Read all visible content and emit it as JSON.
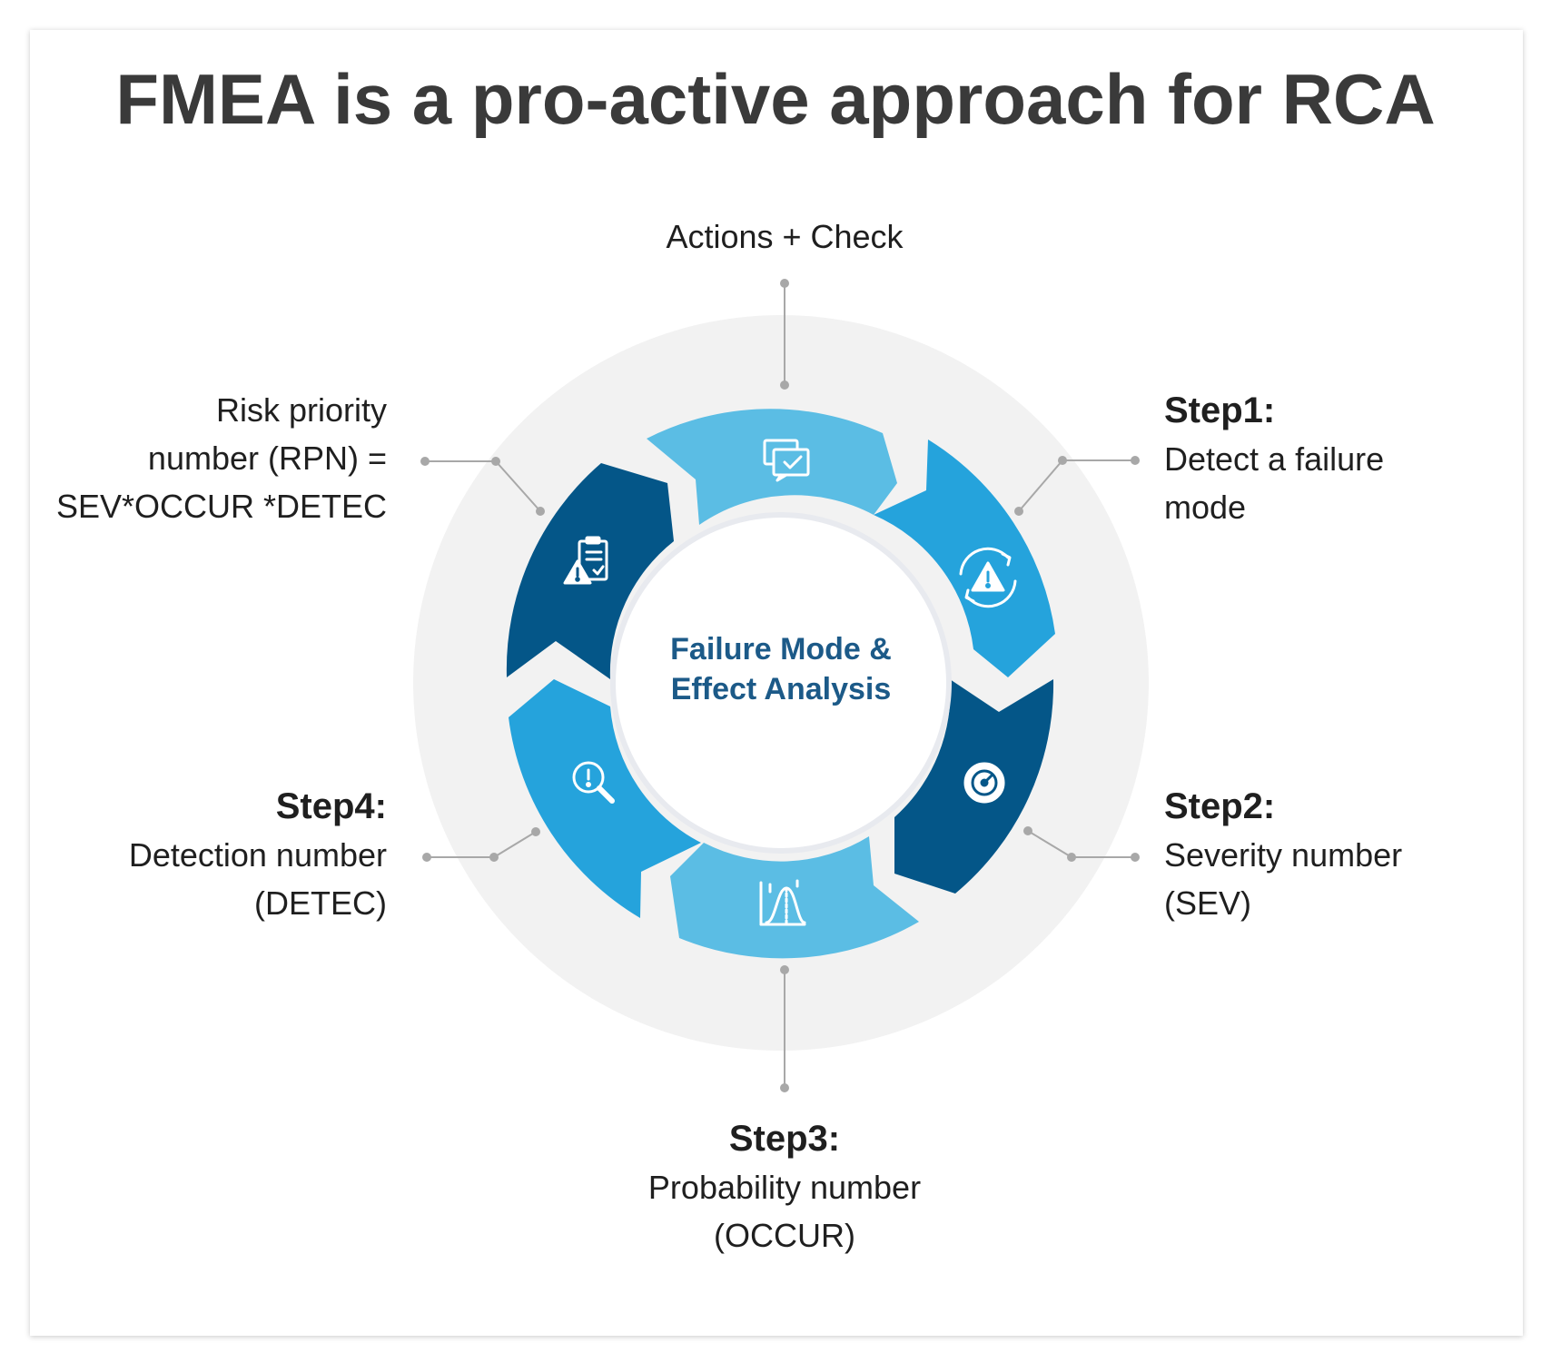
{
  "title": "FMEA is a pro-active approach for RCA",
  "center": {
    "line1": "Failure Mode &",
    "line2": "Effect Analysis"
  },
  "labels": {
    "top": {
      "text": "Actions + Check"
    },
    "risk": {
      "line1": "Risk priority",
      "line2": "number (RPN) =",
      "line3": "SEV*OCCUR *DETEC"
    },
    "step1": {
      "heading": "Step1:",
      "line1": "Detect a failure",
      "line2": "mode"
    },
    "step2": {
      "heading": "Step2:",
      "line1": "Severity number",
      "line2": "(SEV)"
    },
    "step3": {
      "heading": "Step3:",
      "line1": "Probability number",
      "line2": "(OCCUR)"
    },
    "step4": {
      "heading": "Step4:",
      "line1": "Detection number",
      "line2": "(DETEC)"
    }
  },
  "icons": [
    "checklist-chat-icon",
    "warning-cycle-icon",
    "gauge-icon",
    "distribution-chart-icon",
    "magnifier-alert-icon",
    "clipboard-warning-icon"
  ],
  "colors": {
    "light_blue": "#5bbde4",
    "mid_blue": "#25a3dc",
    "dark_blue": "#045688",
    "ring_bg": "#f2f2f2",
    "center_text": "#1c5a88",
    "connector": "#a8a8a8"
  }
}
